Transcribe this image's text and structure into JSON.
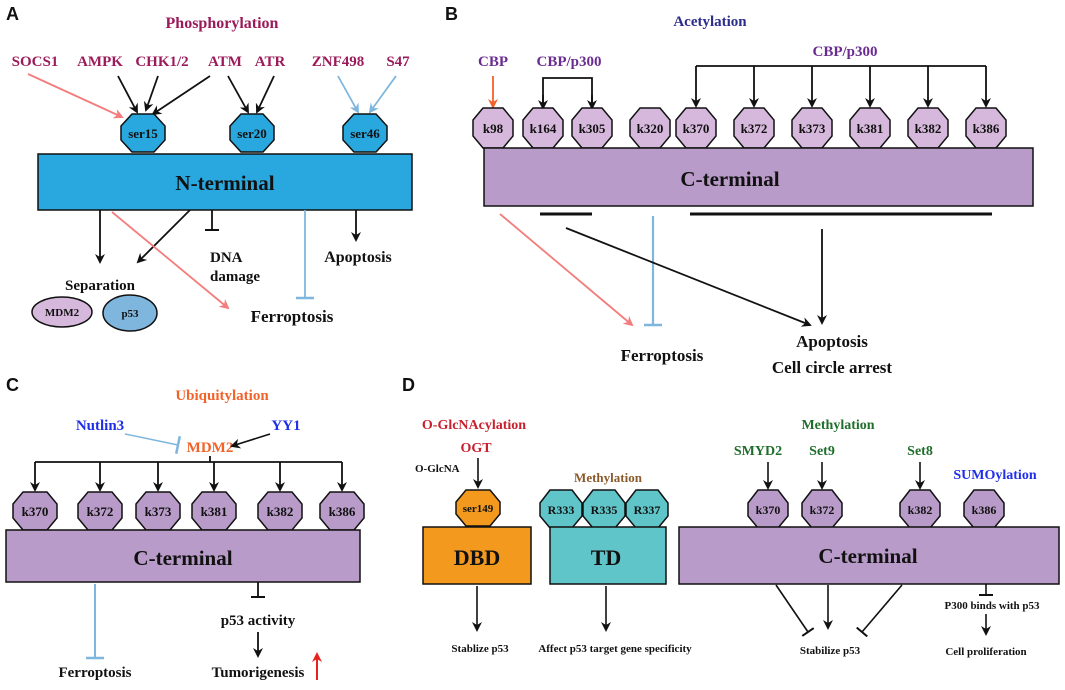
{
  "colors": {
    "blue_box": "#29a8df",
    "purple_box": "#b89bc8",
    "hex_purple": "#d6b8dc",
    "orange_box": "#f39a1e",
    "teal_box": "#5fc5c8",
    "phospho": "#9b1b5a",
    "acetyl": "#2c2c8c",
    "cbp": "#6a2c91",
    "ubiq": "#f2632b",
    "blue_text": "#1f2ee8",
    "methyl_green": "#1f6e2c",
    "methyl_brown": "#8a5a2b",
    "ogly_red": "#c8202e",
    "red_arrow": "#f47c7c",
    "light_blue": "#7fb6dd"
  },
  "panel_a": {
    "letter": "A",
    "title": "Phosphorylation",
    "kinases": [
      "SOCS1",
      "AMPK",
      "CHK1/2",
      "ATM",
      "ATR",
      "ZNF498",
      "S47"
    ],
    "sites": [
      "ser15",
      "ser20",
      "ser46"
    ],
    "domain": "N-terminal",
    "separation": "Separation",
    "mdm2": "MDM2",
    "p53": "p53",
    "dna_damage": [
      "DNA",
      "damage"
    ],
    "apoptosis": "Apoptosis",
    "ferroptosis": "Ferroptosis"
  },
  "panel_b": {
    "letter": "B",
    "title": "Acetylation",
    "cbp": "CBP",
    "cbp_p300_left": "CBP/p300",
    "cbp_p300_right": "CBP/p300",
    "sites": [
      "k98",
      "k164",
      "k305",
      "k320",
      "k370",
      "k372",
      "k373",
      "k381",
      "k382",
      "k386"
    ],
    "domain": "C-terminal",
    "ferroptosis": "Ferroptosis",
    "apoptosis": "Apoptosis",
    "cell_cycle": "Cell circle arrest"
  },
  "panel_c": {
    "letter": "C",
    "title": "Ubiquitylation",
    "nutlin": "Nutlin3",
    "yy1": "YY1",
    "mdm2": "MDM2",
    "sites": [
      "k370",
      "k372",
      "k373",
      "k381",
      "k382",
      "k386"
    ],
    "domain": "C-terminal",
    "ferroptosis": "Ferroptosis",
    "p53_activity": "p53 activity",
    "tumorigenesis": "Tumorigenesis"
  },
  "panel_d": {
    "letter": "D",
    "oglc_title": "O-GlcNAcylation",
    "ogt": "OGT",
    "oglcna": "O-GlcNA",
    "ser149": "ser149",
    "dbd": "DBD",
    "dbd_effect": "Stablize p53",
    "methyl_td": "Methylation",
    "td_sites": [
      "R333",
      "R335",
      "R337"
    ],
    "td": "TD",
    "td_effect": "Affect p53 target gene specificity",
    "methyl_c": "Methylation",
    "enzymes": [
      "SMYD2",
      "Set9",
      "Set8"
    ],
    "sumo": "SUMOylation",
    "c_sites": [
      "k370",
      "k372",
      "k382",
      "k386"
    ],
    "domain": "C-terminal",
    "stabilize": "Stabilize p53",
    "p300": "P300 binds with p53",
    "proliferation": "Cell proliferation"
  }
}
